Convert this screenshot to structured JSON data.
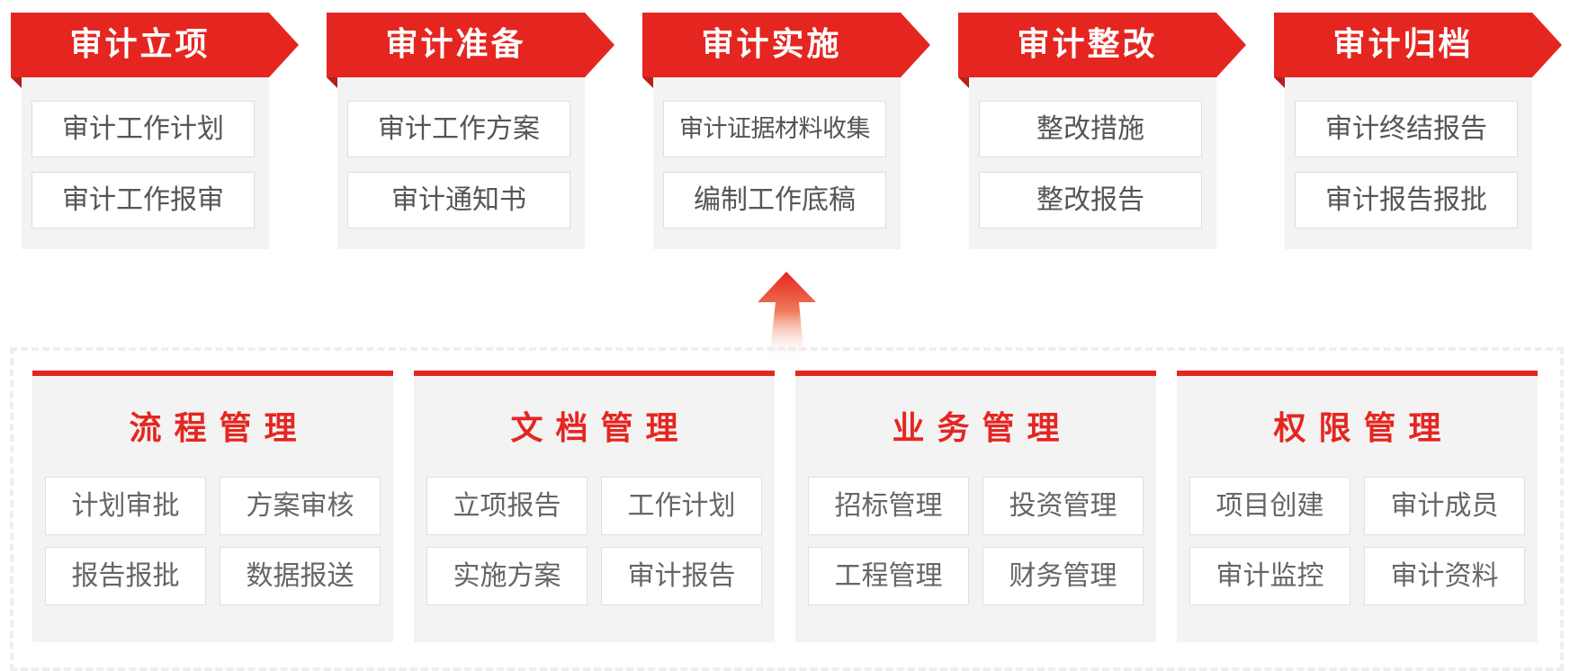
{
  "colors": {
    "accent_red": "#e52620",
    "fold_dark_red": "#b51f1c",
    "panel_gray": "#f3f3f3",
    "item_text": "#555555",
    "dashed_border": "#eeeeee"
  },
  "stages": [
    {
      "title": "审计立项",
      "items": [
        "审计工作计划",
        "审计工作报审"
      ]
    },
    {
      "title": "审计准备",
      "items": [
        "审计工作方案",
        "审计通知书"
      ]
    },
    {
      "title": "审计实施",
      "items": [
        "审计证据材料收集",
        "编制工作底稿"
      ]
    },
    {
      "title": "审计整改",
      "items": [
        "整改措施",
        "整改报告"
      ]
    },
    {
      "title": "审计归档",
      "items": [
        "审计终结报告",
        "审计报告报批"
      ]
    }
  ],
  "connector": {
    "icon": "up-arrow-icon"
  },
  "modules": [
    {
      "title": "流程管理",
      "items": [
        "计划审批",
        "方案审核",
        "报告报批",
        "数据报送"
      ]
    },
    {
      "title": "文档管理",
      "items": [
        "立项报告",
        "工作计划",
        "实施方案",
        "审计报告"
      ]
    },
    {
      "title": "业务管理",
      "items": [
        "招标管理",
        "投资管理",
        "工程管理",
        "财务管理"
      ]
    },
    {
      "title": "权限管理",
      "items": [
        "项目创建",
        "审计成员",
        "审计监控",
        "审计资料"
      ]
    }
  ]
}
